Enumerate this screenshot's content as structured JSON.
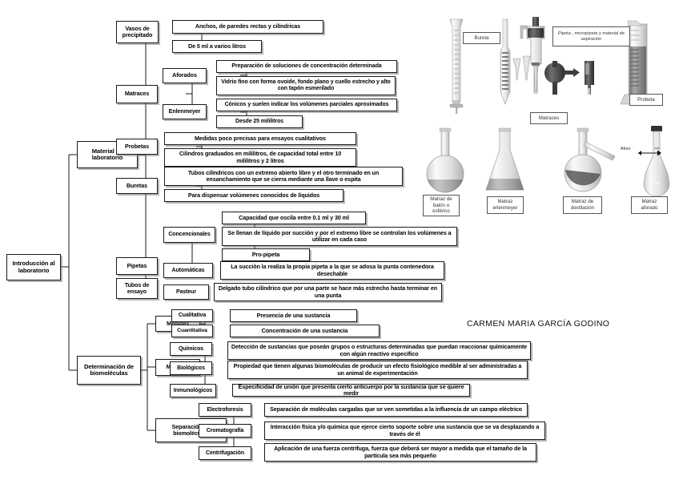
{
  "title": "Introducción al laboratorio",
  "root": {
    "label": "Introducción al laboratorio"
  },
  "branches": {
    "material": {
      "label": "Material de laboratorio"
    },
    "determinacion": {
      "label": "Determinación de biomoléculas"
    }
  },
  "nodes": {
    "vasos": "Vasos de precipitado",
    "vasos_d1": "Anchos, de paredes rectas y cilíndricas",
    "vasos_d2": "De 5 ml a varios litros",
    "matraces": "Matraces",
    "aforados": "Aforados",
    "aforados_d1": "Preparación de soluciones de concentración determinada",
    "aforados_d2": "Vidrio fino con forma ovoide, fondo plano y cuello estrecho y alto con tapón esmerilado",
    "enlenmeyer": "Enlenmeyer",
    "enlenmeyer_d1": "Cónicos y suelen indicar los volúmenes parciales aproximados",
    "enlenmeyer_d2": "Desde 25 mililitros",
    "probetas": "Probetas",
    "probetas_d1": "Medidas poco precisas para ensayos cualitativos",
    "probetas_d2": "Cilindros graduados en mililitros, de capacidad total entre 10 mililitros y 2 litros",
    "buretas": "Buretas",
    "buretas_d1": "Tubos cilíndricos con un extremo abierto libre y el otro terminado en un ensanchamiento que se cierra mediante una llave o espita",
    "buretas_d2": "Para dispensar volúmenes conocidos de líquidos",
    "pipetas": "Pipetas",
    "tubos_ensayo": "Tubos de ensayo",
    "concencionales": "Concencionales",
    "conv_d1": "Capacidad que oscila entre 0.1 ml y 30 ml",
    "conv_d2": "Se llenan de líquido por succión y por el extremo libre se controlan los volúmenes a utilizar en cada caso",
    "conv_d3": "Pro-pipeta",
    "automaticas": "Automáticas",
    "auto_d1": "La succión la realiza la propia pipeta a la que se adosa la punta contenedora desechable",
    "pasteur": "Pasteur",
    "pasteur_d1": "Delgado tubo cilíndrico que por una parte se hace más estrecho hasta terminar en una punta",
    "medidas": "Medidas",
    "cualitativa": "Cualitativa",
    "cualitativa_d": "Presencia de una sustancia",
    "cuantitativa": "Cuantitativa",
    "cuantitativa_d": "Concentración de una sustancia",
    "metodos": "Métodos",
    "quimicos": "Químicos",
    "quimicos_d": "Detección de sustancias que poseán grupos o estructuras determinadas que puedan reaccionar químicamente con algún reactivo específico",
    "biologicos": "Biológicos",
    "biologicos_d": "Propiedad que tienen algunas biomoléculas de producir un efecto fisiológico medible al ser administradas a un animal de experimentación",
    "inmunologicos": "Inmunológicos",
    "inmunologicos_d": "Especificidad de unión que presenta cierto anticuerpo por la sustancia que se quiere medir",
    "separacion": "Separación de biomoléculas",
    "electroforesis": "Electroforesis",
    "electroforesis_d": "Separación de moléculas cargadas que se ven sometidas a la influencia de un campo eléctrico",
    "cromatografia": "Cromatografía",
    "cromatografia_d": "Interacción física y/o química que ejerce cierto soporte sobre una sustancia que se va desplazando a través de él",
    "centrifugacion": "Centrifugación",
    "centrifugacion_d": "Aplicación de una fuerza centrifuga, fuerza que deberá ser mayor a medida que el tamaño de la partícula sea más pequeño"
  },
  "illustrations": {
    "bureta_label": "Bureta",
    "pipeta_label": "Pipeta , micropipeta y material de aspiración",
    "matraces_label": "Matraces",
    "probeta_label": "Probeta",
    "matraz_balon_label": "Matraz de balón o esférico",
    "matraz_erlenmeyer_label": "Matraz erlenmeyer",
    "matraz_destilacion_label": "Matraz de destilación",
    "matraz_aforado_label": "Matraz aforado",
    "aforo_annotation": "Aforo"
  },
  "author": "CARMEN MARIA GARCÍA GODINO",
  "colors": {
    "border": "#1a1a1a",
    "background": "#ffffff",
    "shadow": "#787878",
    "glass_light": "#e8e8e8",
    "glass_dark": "#8f8f8f"
  }
}
